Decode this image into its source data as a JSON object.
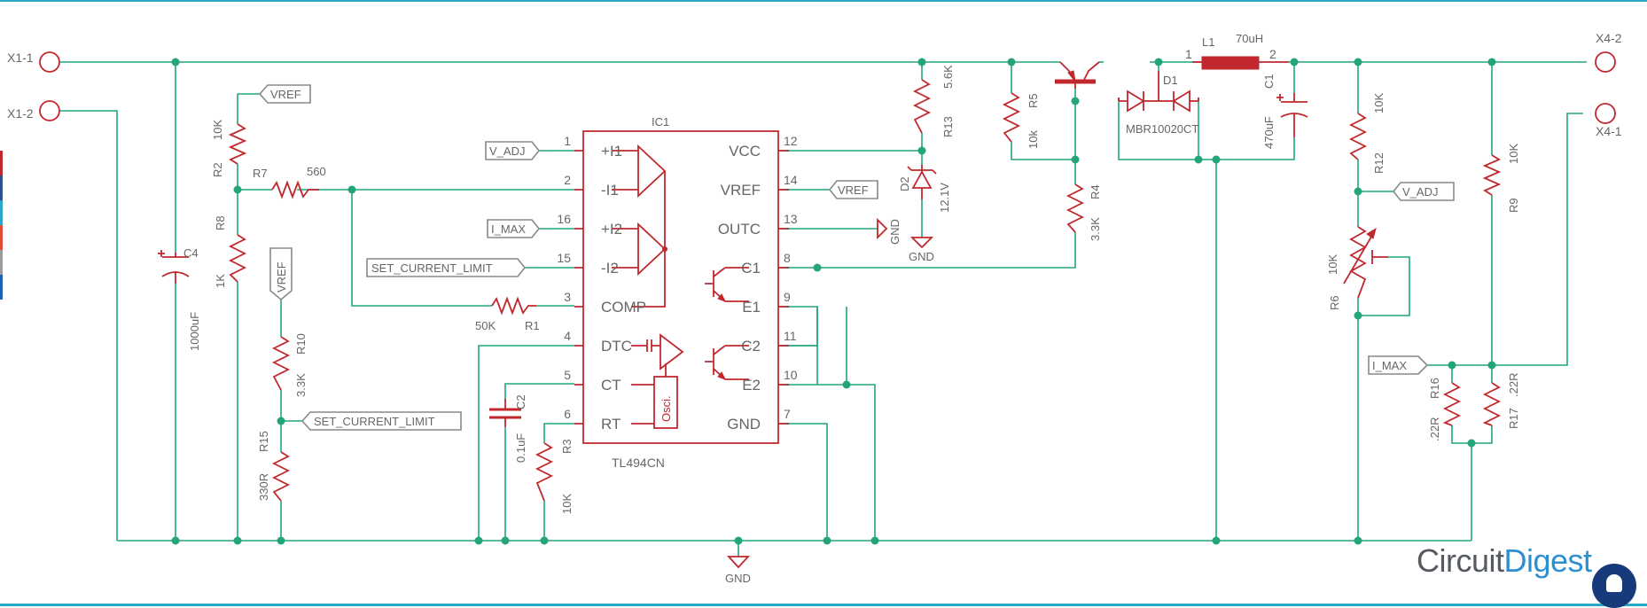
{
  "colors": {
    "wire": "#22a57a",
    "component": "#c0282d",
    "text": "#666666",
    "frame": "#29a7c9",
    "brand_dark": "#555a60",
    "brand_accent": "#2e8fd0",
    "bell_bg": "#173a7a"
  },
  "connectors": {
    "x1_1": "X1-1",
    "x1_2": "X1-2",
    "x4_2": "X4-2",
    "x4_1": "X4-1"
  },
  "ic": {
    "ref": "IC1",
    "part": "TL494CN",
    "osc": "Osci.",
    "pins_left": [
      {
        "num": "1",
        "name": "+I1"
      },
      {
        "num": "2",
        "name": "-I1"
      },
      {
        "num": "16",
        "name": "+I2"
      },
      {
        "num": "15",
        "name": "-I2"
      },
      {
        "num": "3",
        "name": "COMP"
      },
      {
        "num": "4",
        "name": "DTC"
      },
      {
        "num": "5",
        "name": "CT"
      },
      {
        "num": "6",
        "name": "RT"
      }
    ],
    "pins_right": [
      {
        "num": "12",
        "name": "VCC"
      },
      {
        "num": "14",
        "name": "VREF"
      },
      {
        "num": "13",
        "name": "OUTC"
      },
      {
        "num": "8",
        "name": "C1"
      },
      {
        "num": "9",
        "name": "E1"
      },
      {
        "num": "11",
        "name": "C2"
      },
      {
        "num": "10",
        "name": "E2"
      },
      {
        "num": "7",
        "name": "GND"
      }
    ]
  },
  "net_labels": {
    "vref_r2": "VREF",
    "vref_r10": "VREF",
    "vref_ic": "VREF",
    "v_adj_ic": "V_ADJ",
    "v_adj_r12": "V_ADJ",
    "i_max_ic": "I_MAX",
    "i_max_r16": "I_MAX",
    "set_limit_ic": "SET_CURRENT_LIMIT",
    "set_limit_r10": "SET_CURRENT_LIMIT"
  },
  "components": {
    "r2": {
      "ref": "R2",
      "value": "10K"
    },
    "r8": {
      "ref": "R8",
      "value": "1K"
    },
    "r7": {
      "ref": "R7",
      "value": "560"
    },
    "r10": {
      "ref": "R10",
      "value": "3.3K"
    },
    "r15": {
      "ref": "R15",
      "value": "330R"
    },
    "c4": {
      "ref": "C4",
      "value": "1000uF"
    },
    "r1": {
      "ref": "R1",
      "value": "50K"
    },
    "c2": {
      "ref": "C2",
      "value": "0.1uF"
    },
    "r3": {
      "ref": "R3",
      "value": "10K"
    },
    "r13": {
      "ref": "R13",
      "value": "5.6K"
    },
    "d2": {
      "ref": "D2",
      "value": "12.1V"
    },
    "r5": {
      "ref": "R5",
      "value": "10k"
    },
    "r4": {
      "ref": "R4",
      "value": "3.3K"
    },
    "d1": {
      "ref": "D1",
      "value": "MBR10020CT"
    },
    "l1": {
      "ref": "L1",
      "value": "70uH",
      "pin1": "1",
      "pin2": "2"
    },
    "c1": {
      "ref": "C1",
      "value": "470uF"
    },
    "r12": {
      "ref": "R12",
      "value": "10K"
    },
    "r6": {
      "ref": "R6",
      "value": "10K"
    },
    "r9": {
      "ref": "R9",
      "value": "10K"
    },
    "r16": {
      "ref": "R16",
      "value": ".22R"
    },
    "r17": {
      "ref": "R17",
      "value": ".22R"
    }
  },
  "gnd": {
    "main": "GND",
    "zener": "GND",
    "outc": "GND"
  },
  "brand": {
    "part1": "Circuit",
    "part2": "Digest"
  },
  "sidebar_tab_colors": [
    "#c0282d",
    "#2d4f8f",
    "#29a7c9",
    "#dd4b39",
    "#9c9c9c",
    "#1e5fb4"
  ]
}
